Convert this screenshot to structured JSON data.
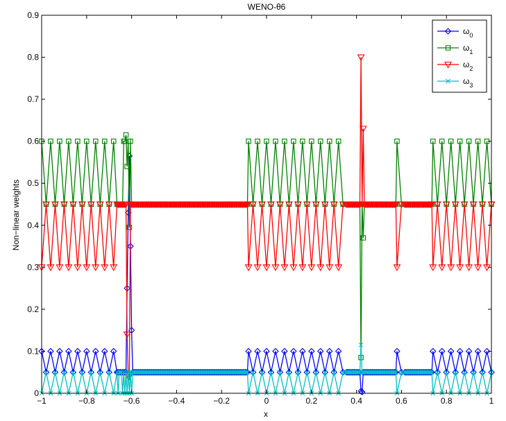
{
  "chart_data": {
    "type": "line",
    "title": "WENO-θ6",
    "xlabel": "x",
    "ylabel": "Non−linear weights",
    "xlim": [
      -1,
      1
    ],
    "ylim": [
      0,
      0.9
    ],
    "xticks": [
      "−1",
      "−0.8",
      "−0.6",
      "−0.4",
      "−0.2",
      "0",
      "0.2",
      "0.4",
      "0.6",
      "0.8",
      "1"
    ],
    "yticks": [
      "0",
      "0.1",
      "0.2",
      "0.3",
      "0.4",
      "0.5",
      "0.6",
      "0.7",
      "0.8",
      "0.9"
    ],
    "legend_position": "top-right",
    "osc_segments": [
      [
        -1.0,
        -0.67
      ],
      [
        -0.08,
        0.35
      ],
      [
        0.58,
        0.61
      ],
      [
        0.74,
        1.0
      ]
    ],
    "osc_step": 0.02,
    "baseline_step": 0.005,
    "series": [
      {
        "name": "ω",
        "sub": "0",
        "color": "#0000ff",
        "marker": "diamond",
        "baseline": 0.05,
        "osc_values": [
          0.1,
          0.05
        ],
        "anomalies": [
          [
            -0.625,
            0.05
          ],
          [
            -0.62,
            0.25
          ],
          [
            -0.615,
            0.43
          ],
          [
            -0.61,
            0.565
          ],
          [
            -0.605,
            0.35
          ],
          [
            -0.6,
            0.15
          ],
          [
            -0.595,
            0.05
          ],
          [
            0.41,
            0.05
          ],
          [
            0.42,
            0.005
          ],
          [
            0.425,
            0.003
          ],
          [
            0.43,
            0.05
          ]
        ]
      },
      {
        "name": "ω",
        "sub": "1",
        "color": "#008000",
        "marker": "square",
        "baseline": 0.45,
        "osc_values": [
          0.6,
          0.45
        ],
        "anomalies": [
          [
            -0.64,
            0.45
          ],
          [
            -0.635,
            0.6
          ],
          [
            -0.63,
            0.6
          ],
          [
            -0.625,
            0.615
          ],
          [
            -0.62,
            0.54
          ],
          [
            -0.615,
            0.6
          ],
          [
            -0.61,
            0.395
          ],
          [
            -0.605,
            0.6
          ],
          [
            -0.6,
            0.45
          ],
          [
            0.41,
            0.45
          ],
          [
            0.42,
            0.085
          ],
          [
            0.43,
            0.37
          ],
          [
            0.44,
            0.45
          ]
        ]
      },
      {
        "name": "ω",
        "sub": "2",
        "color": "#ff0000",
        "marker": "triangle-down",
        "baseline": 0.45,
        "osc_values": [
          0.3,
          0.45
        ],
        "anomalies": [
          [
            -0.63,
            0.45
          ],
          [
            -0.62,
            0.14
          ],
          [
            -0.615,
            0.04
          ],
          [
            -0.61,
            0.04
          ],
          [
            -0.605,
            0.45
          ],
          [
            0.41,
            0.45
          ],
          [
            0.42,
            0.8
          ],
          [
            0.43,
            0.63
          ],
          [
            0.44,
            0.45
          ]
        ]
      },
      {
        "name": "ω",
        "sub": "3",
        "color": "#00bfbf",
        "marker": "x",
        "baseline": 0.05,
        "osc_values": [
          0.0,
          0.05
        ],
        "anomalies": [
          [
            -0.66,
            0.0
          ],
          [
            -0.64,
            0.0
          ],
          [
            -0.63,
            0.0
          ],
          [
            -0.62,
            0.0
          ],
          [
            -0.61,
            0.0
          ],
          [
            -0.6,
            0.0
          ],
          [
            -0.595,
            0.05
          ],
          [
            0.41,
            0.05
          ],
          [
            0.42,
            0.115
          ],
          [
            0.43,
            0.05
          ]
        ]
      }
    ]
  }
}
